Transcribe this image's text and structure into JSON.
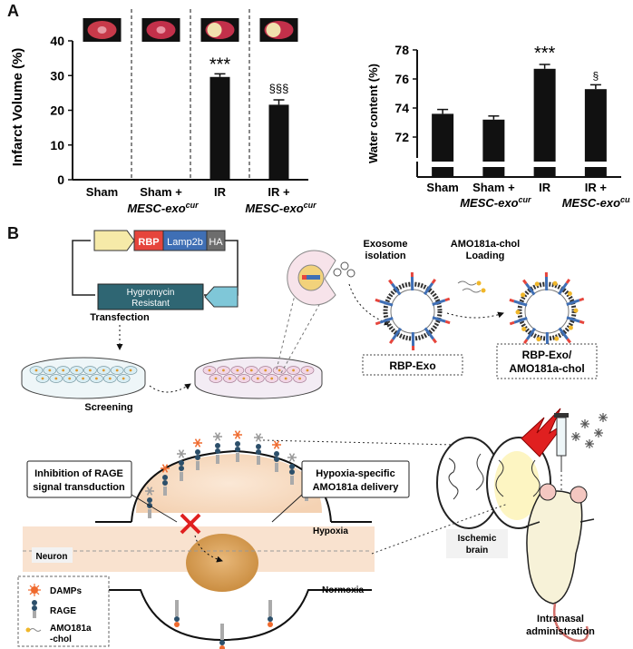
{
  "panel_a_label": "A",
  "panel_b_label": "B",
  "chart_data": [
    {
      "type": "bar",
      "ylabel": "Infarct Volume (%)",
      "ylim": [
        0,
        40
      ],
      "yticks": [
        "0",
        "10",
        "20",
        "30",
        "40"
      ],
      "categories": [
        "Sham",
        "Sham + MESC-exo cur",
        "IR",
        "IR + MESC-exo cur"
      ],
      "tick_lines": [
        [
          "Sham",
          ""
        ],
        [
          "Sham +",
          "MESC-exo",
          "cur"
        ],
        [
          "IR",
          ""
        ],
        [
          "IR +",
          "MESC-exo",
          "cur"
        ]
      ],
      "values": [
        0,
        0,
        29.6,
        21.6
      ],
      "errors": [
        0,
        0,
        0.9,
        1.4
      ],
      "significance": [
        "",
        "",
        "***",
        "§§§"
      ]
    },
    {
      "type": "bar",
      "ylabel": "Water content (%)",
      "ylim": [
        70,
        78
      ],
      "yticks": [
        "72",
        "74",
        "76",
        "78"
      ],
      "categories": [
        "Sham",
        "Sham + MESC-exo cur",
        "IR",
        "IR + MESC-exo cur"
      ],
      "values": [
        73.6,
        73.2,
        76.7,
        75.3
      ],
      "errors": [
        0.3,
        0.25,
        0.3,
        0.3
      ],
      "significance": [
        "",
        "",
        "***",
        "§"
      ]
    }
  ],
  "panel_b": {
    "plasmid": {
      "rbp": "RBP",
      "lamp2b": "Lamp2b",
      "ha": "HA",
      "hygro1": "Hygromycin",
      "hygro2": "Resistant"
    },
    "transfection": "Transfection",
    "screening": "Screening",
    "exosome_isolation": [
      "Exosome",
      "isolation"
    ],
    "amo_loading": [
      "AMO181a-chol",
      "Loading"
    ],
    "box_rbp_exo": "RBP-Exo",
    "box_rbp_exo_amo": [
      "RBP-Exo/",
      "AMO181a-chol"
    ],
    "callout_left": [
      "Inhibition of RAGE",
      "signal transduction"
    ],
    "callout_right": [
      "Hypoxia-specific",
      "AMO181a delivery"
    ],
    "hypoxia": "Hypoxia",
    "normoxia": "Normoxia",
    "neuron": "Neuron",
    "ischemic_brain": [
      "Ischemic",
      "brain"
    ],
    "intranasal": [
      "Intranasal",
      "administration"
    ],
    "legend": {
      "damps": "DAMPs",
      "rage": "RAGE",
      "amo": [
        "AMO181a",
        "-chol"
      ]
    }
  }
}
